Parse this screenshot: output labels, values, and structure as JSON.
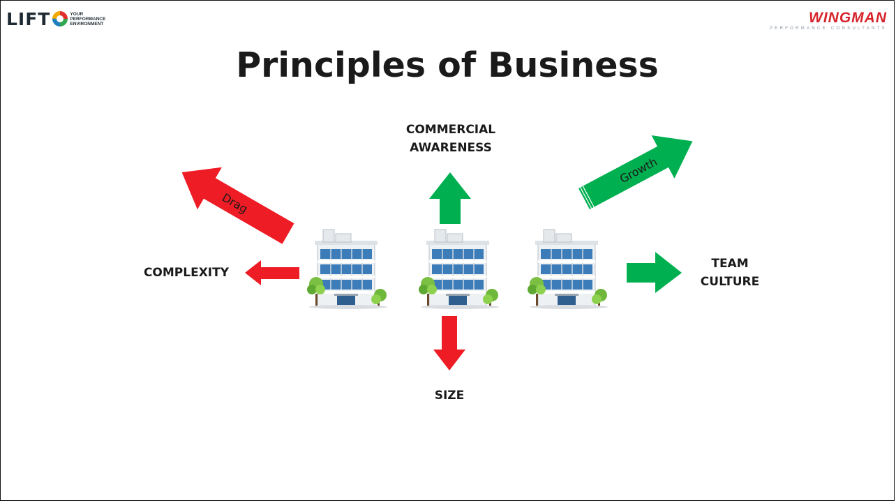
{
  "logos": {
    "left": {
      "wordmark": "LIFT",
      "tagline": [
        "YOUR",
        "PERFORMANCE",
        "ENVIRONMENT"
      ]
    },
    "right": {
      "wordmark": "WINGMAN",
      "tagline": "PERFORMANCE CONSULTANTS"
    }
  },
  "title": "Principles of Business",
  "labels": {
    "commercial_awareness": [
      "COMMERCIAL",
      "AWARENESS"
    ],
    "complexity": "COMPLEXITY",
    "team_culture": [
      "TEAM",
      "CULTURE"
    ],
    "size": "SIZE"
  },
  "arrow_texts": {
    "growth": "Growth",
    "drag": "Drag"
  },
  "colors": {
    "positive": "#00b050",
    "negative": "#ee1c25",
    "wingman_red": "#d6232b"
  },
  "icons": [
    "office-building-icon",
    "office-building-icon",
    "office-building-icon"
  ]
}
